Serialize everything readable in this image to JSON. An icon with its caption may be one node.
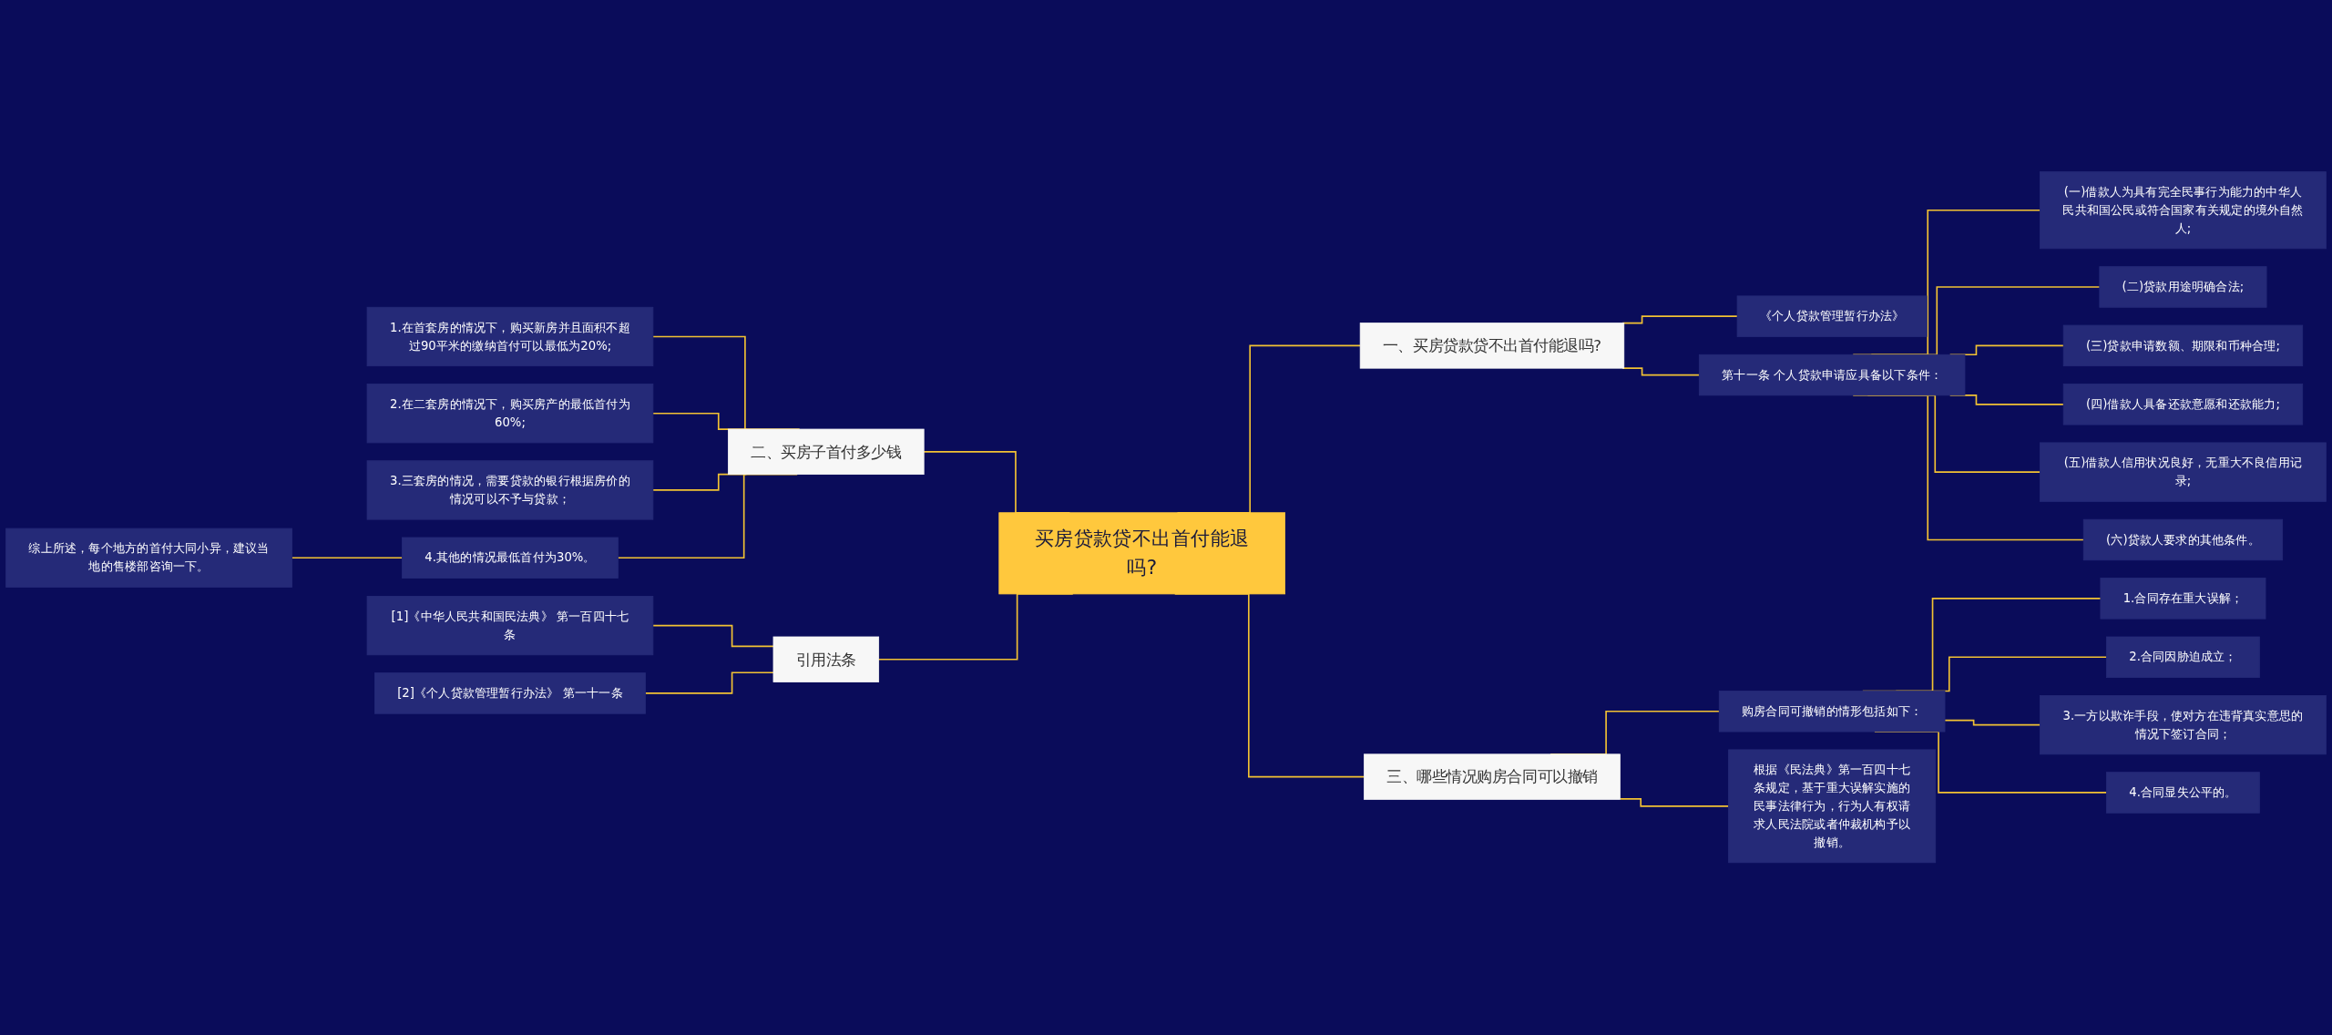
{
  "diagram": {
    "nodes": [
      {
        "text": [
          "买房贷款贷不出首付能退吗?"
        ]
      },
      {
        "text": [
          "一、买房贷款贷不出首付能退吗?"
        ]
      },
      {
        "text": [
          "《个人贷款管理暂行办法》"
        ]
      },
      {
        "text": [
          "第十一条 个人贷款申请应具备以下条件："
        ]
      },
      {
        "text": [
          "(一)借款人为具有完全民事行为能力的中华人民共和国公民或符合国家有关规定的境外自然人;"
        ]
      },
      {
        "text": [
          "(二)贷款用途明确合法;"
        ]
      },
      {
        "text": [
          "(三)贷款申请数额、期限和币种合理;"
        ]
      },
      {
        "text": [
          "(四)借款人具备还款意愿和还款能力;"
        ]
      },
      {
        "text": [
          "(五)借款人信用状况良好，无重大不良信用记录;"
        ]
      },
      {
        "text": [
          "(六)贷款人要求的其他条件。"
        ]
      },
      {
        "text": [
          "三、哪些情况购房合同可以撤销"
        ]
      },
      {
        "text": [
          "购房合同可撤销的情形包括如下："
        ]
      },
      {
        "text": [
          "1.合同存在重大误解；"
        ]
      },
      {
        "text": [
          "2.合同因胁迫成立；"
        ]
      },
      {
        "text": [
          "3.一方以欺诈手段，使对方在违背真实意思的情况下签订合同；"
        ]
      },
      {
        "text": [
          "4.合同显失公平的。"
        ]
      },
      {
        "text": [
          "根据《民法典》第一百四十七条规定，基于重大误解实施的民事法律行为，行为人有权请求人民法院或者仲裁机构予以撤销。"
        ]
      },
      {
        "text": [
          "二、买房子首付多少钱"
        ]
      },
      {
        "text": [
          "1.在首套房的情况下，购买新房并且面积不超过90平米的缴纳首付可以最低为20%;"
        ]
      },
      {
        "text": [
          "2.在二套房的情况下，购买房产的最低首付为60%;"
        ]
      },
      {
        "text": [
          "3.三套房的情况，需要贷款的银行根据房价的情况可以不予与贷款；"
        ]
      },
      {
        "text": [
          "4.其他的情况最低首付为30%。"
        ]
      },
      {
        "text": [
          "综上所述，每个地方的首付大同小异，建议当地的售楼部咨询一下。"
        ]
      },
      {
        "text": [
          "引用法条"
        ]
      },
      {
        "text": [
          "[1]《中华人民共和国民法典》 第一百四十七条"
        ]
      },
      {
        "text": [
          "[2]《个人贷款管理暂行办法》 第一十一条"
        ]
      }
    ],
    "edges": [
      {
        "from": 0,
        "to": 1,
        "arrow": "none"
      },
      {
        "from": 1,
        "to": 2,
        "arrow": "none"
      },
      {
        "from": 1,
        "to": 3,
        "arrow": "none"
      },
      {
        "from": 3,
        "to": 4,
        "arrow": "none"
      },
      {
        "from": 3,
        "to": 5,
        "arrow": "none"
      },
      {
        "from": 3,
        "to": 6,
        "arrow": "none"
      },
      {
        "from": 3,
        "to": 7,
        "arrow": "none"
      },
      {
        "from": 3,
        "to": 8,
        "arrow": "none"
      },
      {
        "from": 3,
        "to": 9,
        "arrow": "none"
      },
      {
        "from": 0,
        "to": 10,
        "arrow": "none"
      },
      {
        "from": 10,
        "to": 11,
        "arrow": "none"
      },
      {
        "from": 11,
        "to": 12,
        "arrow": "none"
      },
      {
        "from": 11,
        "to": 13,
        "arrow": "none"
      },
      {
        "from": 11,
        "to": 14,
        "arrow": "none"
      },
      {
        "from": 11,
        "to": 15,
        "arrow": "none"
      },
      {
        "from": 10,
        "to": 16,
        "arrow": "none"
      },
      {
        "from": 0,
        "to": 17,
        "arrow": "none"
      },
      {
        "from": 17,
        "to": 18,
        "arrow": "none"
      },
      {
        "from": 17,
        "to": 19,
        "arrow": "none"
      },
      {
        "from": 17,
        "to": 20,
        "arrow": "none"
      },
      {
        "from": 17,
        "to": 21,
        "arrow": "none"
      },
      {
        "from": 21,
        "to": 22,
        "arrow": "none"
      },
      {
        "from": 0,
        "to": 23,
        "arrow": "none"
      },
      {
        "from": 23,
        "to": 24,
        "arrow": "none"
      },
      {
        "from": 23,
        "to": 25,
        "arrow": "none"
      }
    ]
  }
}
